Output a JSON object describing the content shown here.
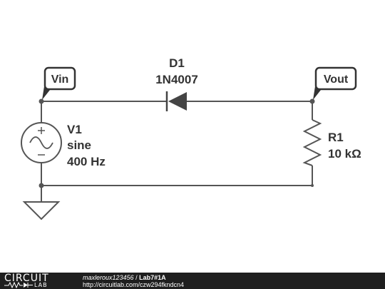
{
  "schematic": {
    "diode": {
      "designator": "D1",
      "part": "1N4007"
    },
    "source": {
      "designator": "V1",
      "type": "sine",
      "frequency": "400 Hz"
    },
    "resistor": {
      "designator": "R1",
      "value": "10 kΩ"
    },
    "probes": {
      "input": "Vin",
      "output": "Vout"
    }
  },
  "footer": {
    "brand_word": "CIRCUIT",
    "brand_sub": "LAB",
    "username": "maxleroux123456",
    "separator": " / ",
    "project": "Lab7#1A",
    "url": "http://circuitlab.com/czw294fkndcn4"
  }
}
